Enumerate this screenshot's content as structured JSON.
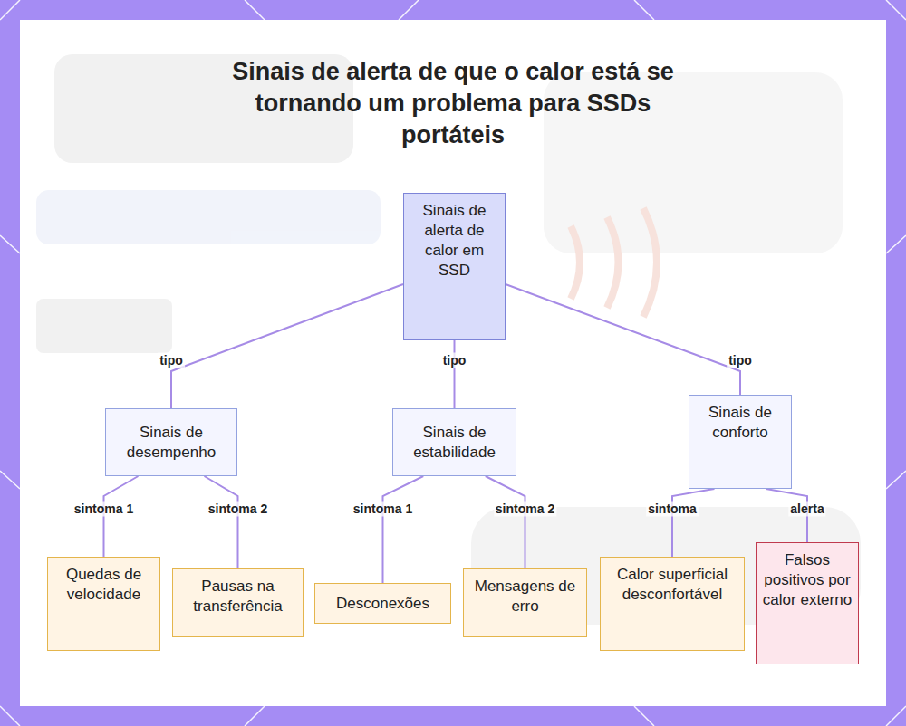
{
  "diagram": {
    "title": "Sinais de alerta de que o calor está se tornando um problema para SSDs portáteis",
    "nodes": [
      {
        "text": [
          "Sinais de alerta de calor em SSD"
        ]
      },
      {
        "text": [
          "Sinais de desempenho"
        ]
      },
      {
        "text": [
          "Sinais de estabilidade"
        ]
      },
      {
        "text": [
          "Sinais de conforto"
        ]
      },
      {
        "text": [
          "Quedas de velocidade"
        ]
      },
      {
        "text": [
          "Pausas na transferência"
        ]
      },
      {
        "text": [
          "Desconexões"
        ]
      },
      {
        "text": [
          "Mensagens de erro"
        ]
      },
      {
        "text": [
          "Calor superficial desconfortável"
        ]
      },
      {
        "text": [
          "Falsos positivos por calor externo"
        ]
      }
    ],
    "edges": [
      {
        "from": 0,
        "to": 1,
        "label": "tipo",
        "arrow": "none"
      },
      {
        "from": 0,
        "to": 2,
        "label": "tipo",
        "arrow": "none"
      },
      {
        "from": 0,
        "to": 3,
        "label": "tipo",
        "arrow": "none"
      },
      {
        "from": 1,
        "to": 4,
        "label": "sintoma 1",
        "arrow": "none"
      },
      {
        "from": 1,
        "to": 5,
        "label": "sintoma 2",
        "arrow": "none"
      },
      {
        "from": 2,
        "to": 6,
        "label": "sintoma 1",
        "arrow": "none"
      },
      {
        "from": 2,
        "to": 7,
        "label": "sintoma 2",
        "arrow": "none"
      },
      {
        "from": 3,
        "to": 8,
        "label": "sintoma",
        "arrow": "none"
      },
      {
        "from": 3,
        "to": 9,
        "label": "alerta",
        "arrow": "none"
      }
    ]
  }
}
